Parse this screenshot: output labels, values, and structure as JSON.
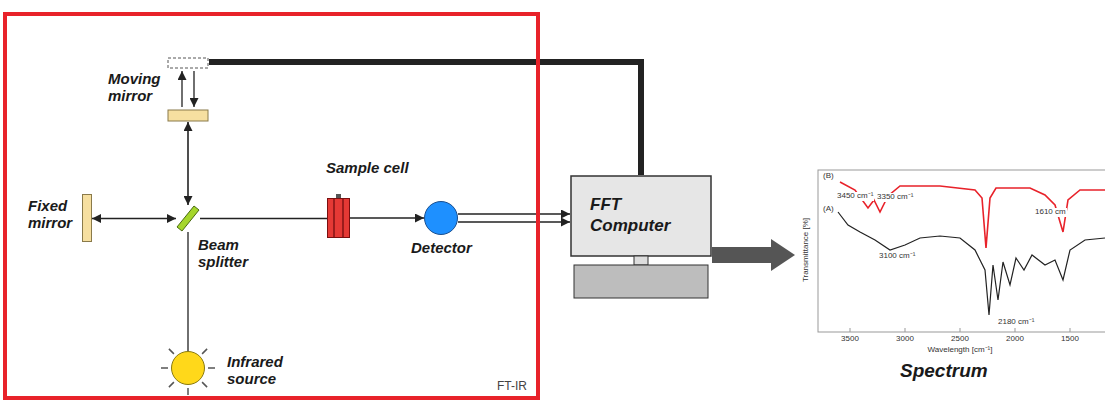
{
  "diagram": {
    "nodes": [
      {
        "text": [
          "FT-IR"
        ]
      },
      {
        "text": [
          "Moving mirror"
        ],
        "in": 0
      },
      {
        "text": [
          "Fixed mirror"
        ],
        "in": 0
      },
      {
        "text": [
          "Beam splitter"
        ],
        "in": 0
      },
      {
        "text": [
          "Infrared source"
        ],
        "in": 0
      },
      {
        "text": [
          "Sample cell"
        ],
        "in": 0
      },
      {
        "text": [
          "Detector"
        ],
        "in": 0
      },
      {
        "text": [
          "FFT Computer"
        ]
      },
      {
        "text": [
          "Spectrum"
        ]
      }
    ],
    "edges": [
      {
        "from": 3,
        "to": 1,
        "arrow": "both"
      },
      {
        "from": 3,
        "to": 2,
        "arrow": "both"
      },
      {
        "from": 4,
        "to": 3,
        "arrow": "none"
      },
      {
        "from": 3,
        "to": 5,
        "arrow": "none"
      },
      {
        "from": 5,
        "to": 6,
        "arrow": "to"
      },
      {
        "from": 6,
        "to": 7,
        "arrow": "to"
      },
      {
        "from": 1,
        "to": 7,
        "arrow": "none"
      },
      {
        "from": 7,
        "to": 8,
        "arrow": "to"
      }
    ],
    "labels": [
      "(B)",
      "3450 cm⁻¹",
      "3350 cm⁻¹",
      "1610 cm",
      "(A)",
      "3100 cm⁻¹",
      "2180 cm⁻¹",
      "3500",
      "3000",
      "2500",
      "2000",
      "1500",
      "Transmittance [%]",
      "Wavelength [cm⁻¹]"
    ]
  }
}
